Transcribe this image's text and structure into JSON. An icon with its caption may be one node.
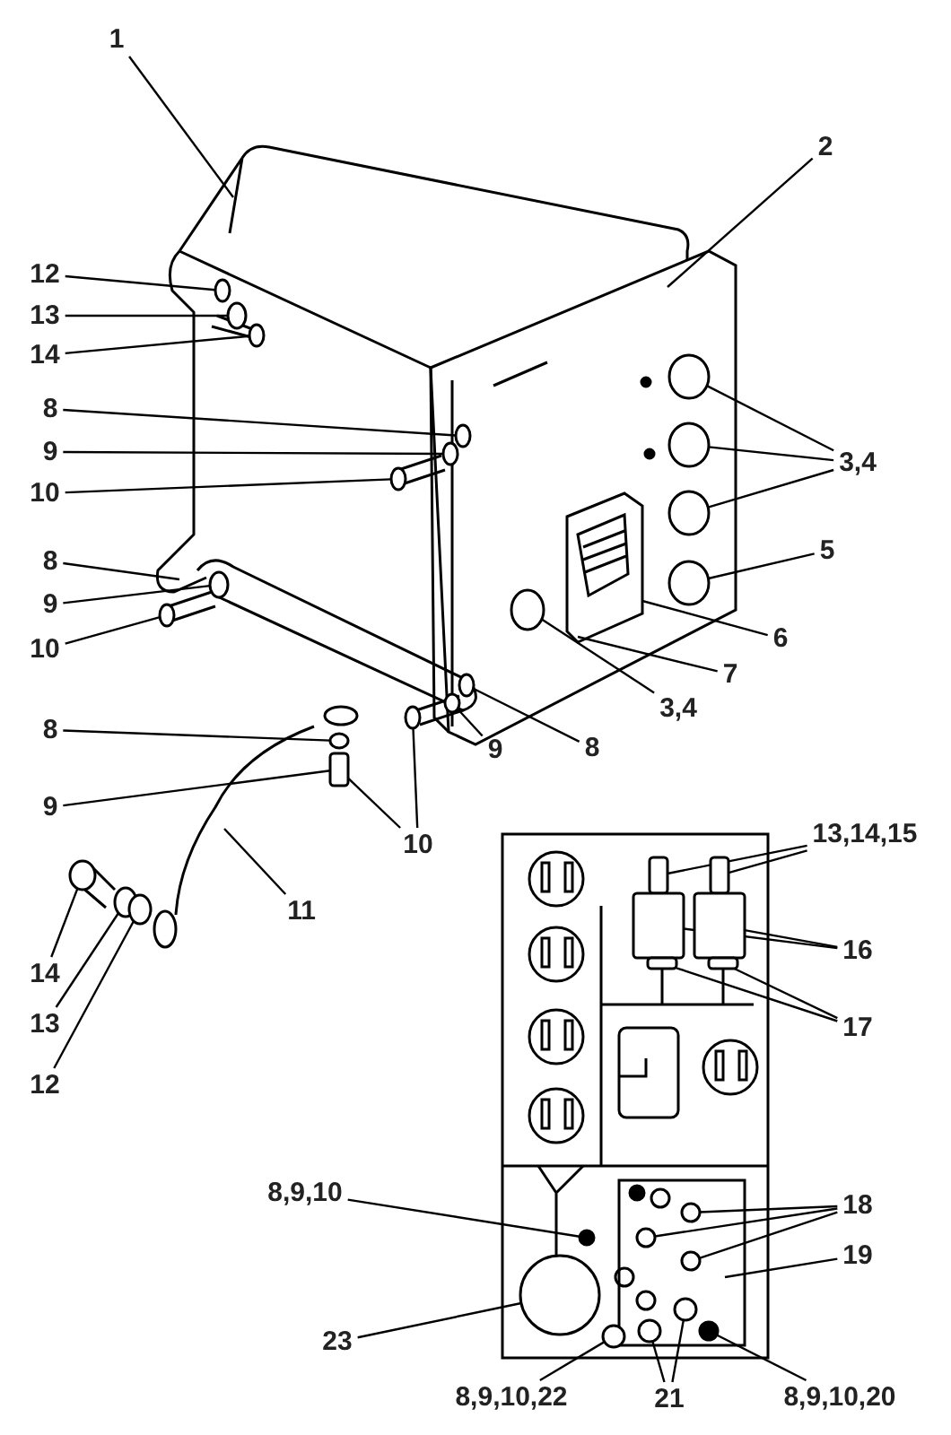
{
  "diagram": {
    "nodes": [
      {
        "text": [
          "1"
        ]
      },
      {
        "text": [
          "2"
        ]
      },
      {
        "text": [
          "12"
        ]
      },
      {
        "text": [
          "13"
        ]
      },
      {
        "text": [
          "14"
        ]
      },
      {
        "text": [
          "8"
        ]
      },
      {
        "text": [
          "9"
        ]
      },
      {
        "text": [
          "10"
        ]
      },
      {
        "text": [
          "3,4"
        ]
      },
      {
        "text": [
          "5"
        ]
      },
      {
        "text": [
          "8"
        ]
      },
      {
        "text": [
          "9"
        ]
      },
      {
        "text": [
          "6"
        ]
      },
      {
        "text": [
          "10"
        ]
      },
      {
        "text": [
          "7"
        ]
      },
      {
        "text": [
          "3,4"
        ]
      },
      {
        "text": [
          "8"
        ]
      },
      {
        "text": [
          "9"
        ]
      },
      {
        "text": [
          "8"
        ]
      },
      {
        "text": [
          "9"
        ]
      },
      {
        "text": [
          "10"
        ]
      },
      {
        "text": [
          "11"
        ]
      },
      {
        "text": [
          "14"
        ]
      },
      {
        "text": [
          "13"
        ]
      },
      {
        "text": [
          "12"
        ]
      },
      {
        "text": [
          "13,14,15"
        ]
      },
      {
        "text": [
          "16"
        ]
      },
      {
        "text": [
          "17"
        ]
      },
      {
        "text": [
          "18"
        ]
      },
      {
        "text": [
          "8,9,10"
        ]
      },
      {
        "text": [
          "19"
        ]
      },
      {
        "text": [
          "23"
        ]
      },
      {
        "text": [
          "8,9,10,22"
        ]
      },
      {
        "text": [
          "21"
        ]
      },
      {
        "text": [
          "8,9,10,20"
        ]
      },
      {
        "text": [],
        "shape": "circle"
      },
      {
        "text": [],
        "shape": "circle"
      },
      {
        "text": [],
        "shape": "circle"
      },
      {
        "text": [],
        "shape": "circle"
      },
      {
        "text": [],
        "shape": "circle"
      },
      {
        "text": [],
        "shape": "circle"
      },
      {
        "text": [],
        "shape": "circle"
      },
      {
        "text": [],
        "shape": "circle"
      },
      {
        "text": [],
        "shape": "circle"
      },
      {
        "text": [],
        "shape": "circle"
      },
      {
        "text": [],
        "shape": "circle"
      },
      {
        "text": [],
        "shape": "circle"
      },
      {
        "text": [],
        "shape": "circle"
      },
      {
        "text": [],
        "shape": "circle"
      },
      {
        "text": [],
        "shape": "circle"
      },
      {
        "text": [],
        "shape": "circle"
      },
      {
        "text": [],
        "shape": "box"
      },
      {
        "text": [],
        "shape": "circle"
      },
      {
        "text": [],
        "shape": "circle"
      },
      {
        "text": [],
        "shape": "circle"
      },
      {
        "text": [],
        "shape": "circle"
      },
      {
        "text": [],
        "shape": "box"
      },
      {
        "text": [],
        "shape": "box"
      },
      {
        "text": [],
        "shape": "box"
      },
      {
        "text": [],
        "shape": "box"
      },
      {
        "text": [],
        "shape": "box"
      },
      {
        "text": [],
        "shape": "box"
      },
      {
        "text": [],
        "shape": "circle"
      },
      {
        "text": [],
        "shape": "circle"
      },
      {
        "text": [],
        "shape": "circle"
      },
      {
        "text": [],
        "shape": "circle"
      },
      {
        "text": [],
        "shape": "circle"
      },
      {
        "text": [],
        "shape": "circle"
      },
      {
        "text": [],
        "shape": "circle"
      },
      {
        "text": [],
        "shape": "circle"
      },
      {
        "text": [],
        "shape": "circle"
      }
    ],
    "edges": [
      {
        "from": 0,
        "to": null,
        "arrow": "none"
      },
      {
        "from": 1,
        "to": null,
        "arrow": "none"
      },
      {
        "from": 2,
        "to": 35,
        "arrow": "none"
      },
      {
        "from": 3,
        "to": 36,
        "arrow": "none"
      },
      {
        "from": 4,
        "to": 37,
        "arrow": "none"
      },
      {
        "from": 5,
        "to": 38,
        "arrow": "none"
      },
      {
        "from": 6,
        "to": 39,
        "arrow": "none"
      },
      {
        "from": 7,
        "to": 40,
        "arrow": "none"
      },
      {
        "from": 8,
        "to": 41,
        "arrow": "none"
      },
      {
        "from": 8,
        "to": 42,
        "arrow": "none"
      },
      {
        "from": 8,
        "to": 43,
        "arrow": "none"
      },
      {
        "from": 9,
        "to": 44,
        "arrow": "none"
      },
      {
        "from": 10,
        "to": null,
        "arrow": "none"
      },
      {
        "from": 11,
        "to": 45,
        "arrow": "none"
      },
      {
        "from": 12,
        "to": null,
        "arrow": "none"
      },
      {
        "from": 13,
        "to": 46,
        "arrow": "none"
      },
      {
        "from": 14,
        "to": null,
        "arrow": "none"
      },
      {
        "from": 15,
        "to": 47,
        "arrow": "none"
      },
      {
        "from": 16,
        "to": 48,
        "arrow": "none"
      },
      {
        "from": 17,
        "to": 49,
        "arrow": "none"
      },
      {
        "from": 18,
        "to": 50,
        "arrow": "none"
      },
      {
        "from": 19,
        "to": 51,
        "arrow": "none"
      },
      {
        "from": 20,
        "to": 51,
        "arrow": "none"
      },
      {
        "from": 20,
        "to": 52,
        "arrow": "none"
      },
      {
        "from": 21,
        "to": null,
        "arrow": "none"
      },
      {
        "from": 22,
        "to": 53,
        "arrow": "none"
      },
      {
        "from": 23,
        "to": 54,
        "arrow": "none"
      },
      {
        "from": 24,
        "to": 55,
        "arrow": "none"
      },
      {
        "from": 25,
        "to": 56,
        "arrow": "none"
      },
      {
        "from": 25,
        "to": 57,
        "arrow": "none"
      },
      {
        "from": 26,
        "to": 58,
        "arrow": "none"
      },
      {
        "from": 26,
        "to": 59,
        "arrow": "none"
      },
      {
        "from": 27,
        "to": 60,
        "arrow": "none"
      },
      {
        "from": 27,
        "to": 61,
        "arrow": "none"
      },
      {
        "from": 28,
        "to": 62,
        "arrow": "none"
      },
      {
        "from": 28,
        "to": 63,
        "arrow": "none"
      },
      {
        "from": 28,
        "to": 64,
        "arrow": "none"
      },
      {
        "from": 29,
        "to": 65,
        "arrow": "none"
      },
      {
        "from": 30,
        "to": null,
        "arrow": "none"
      },
      {
        "from": 31,
        "to": 66,
        "arrow": "none"
      },
      {
        "from": 32,
        "to": 67,
        "arrow": "none"
      },
      {
        "from": 33,
        "to": 68,
        "arrow": "none"
      },
      {
        "from": 33,
        "to": 69,
        "arrow": "none"
      },
      {
        "from": 34,
        "to": 70,
        "arrow": "none"
      }
    ]
  }
}
